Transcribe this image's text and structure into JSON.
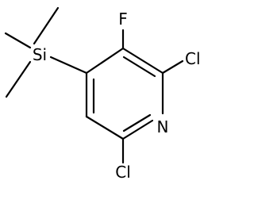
{
  "molecule": {
    "atoms": {
      "fluorine": "F",
      "silicon": "Si",
      "chlorine_top": "Cl",
      "nitrogen": "N",
      "chlorine_bottom": "Cl"
    }
  },
  "colors": {
    "bond": "#000000",
    "label": "#000000",
    "background": "#ffffff"
  }
}
